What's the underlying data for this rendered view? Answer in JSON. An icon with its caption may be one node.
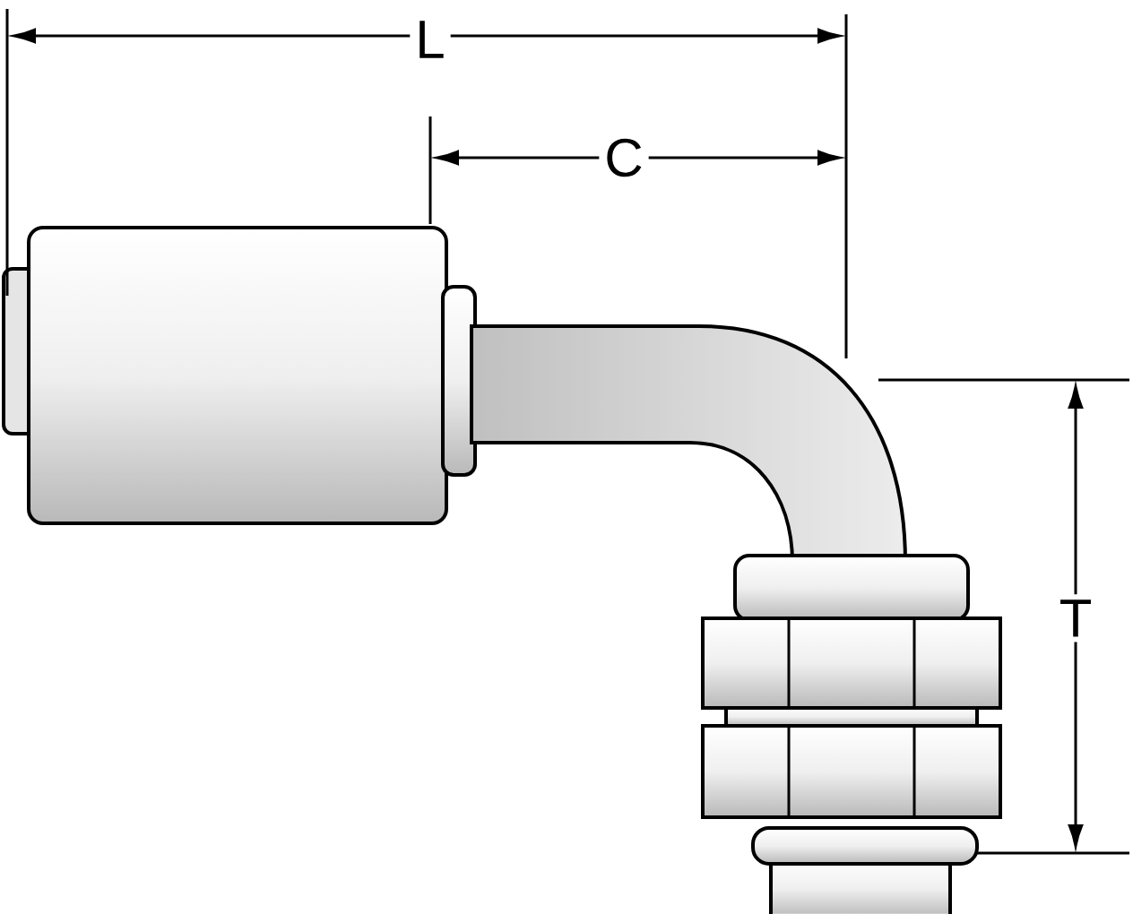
{
  "diagram": {
    "labels": [
      "L",
      "C",
      "T"
    ]
  }
}
